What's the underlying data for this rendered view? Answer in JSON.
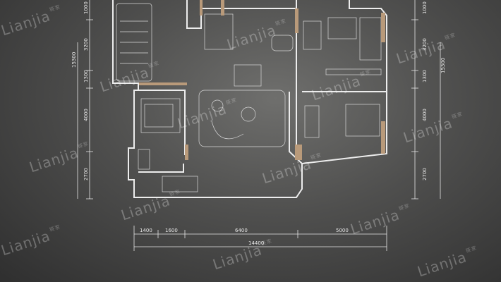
{
  "watermark": {
    "brand": "Lianjia",
    "sub": "链家"
  },
  "dimensions": {
    "left_vertical": [
      "1000",
      "3200",
      "15300",
      "1300",
      "4000",
      "2700"
    ],
    "right_vertical": [
      "1000",
      "3200",
      "15300",
      "1300",
      "4000",
      "2700"
    ],
    "bottom_horizontal": [
      "1400",
      "1600",
      "6400",
      "5000"
    ],
    "bottom_total": "14400"
  },
  "colors": {
    "wall": "#ececec",
    "accent_wall": "#b99a7a",
    "background": "#5a5a59"
  }
}
